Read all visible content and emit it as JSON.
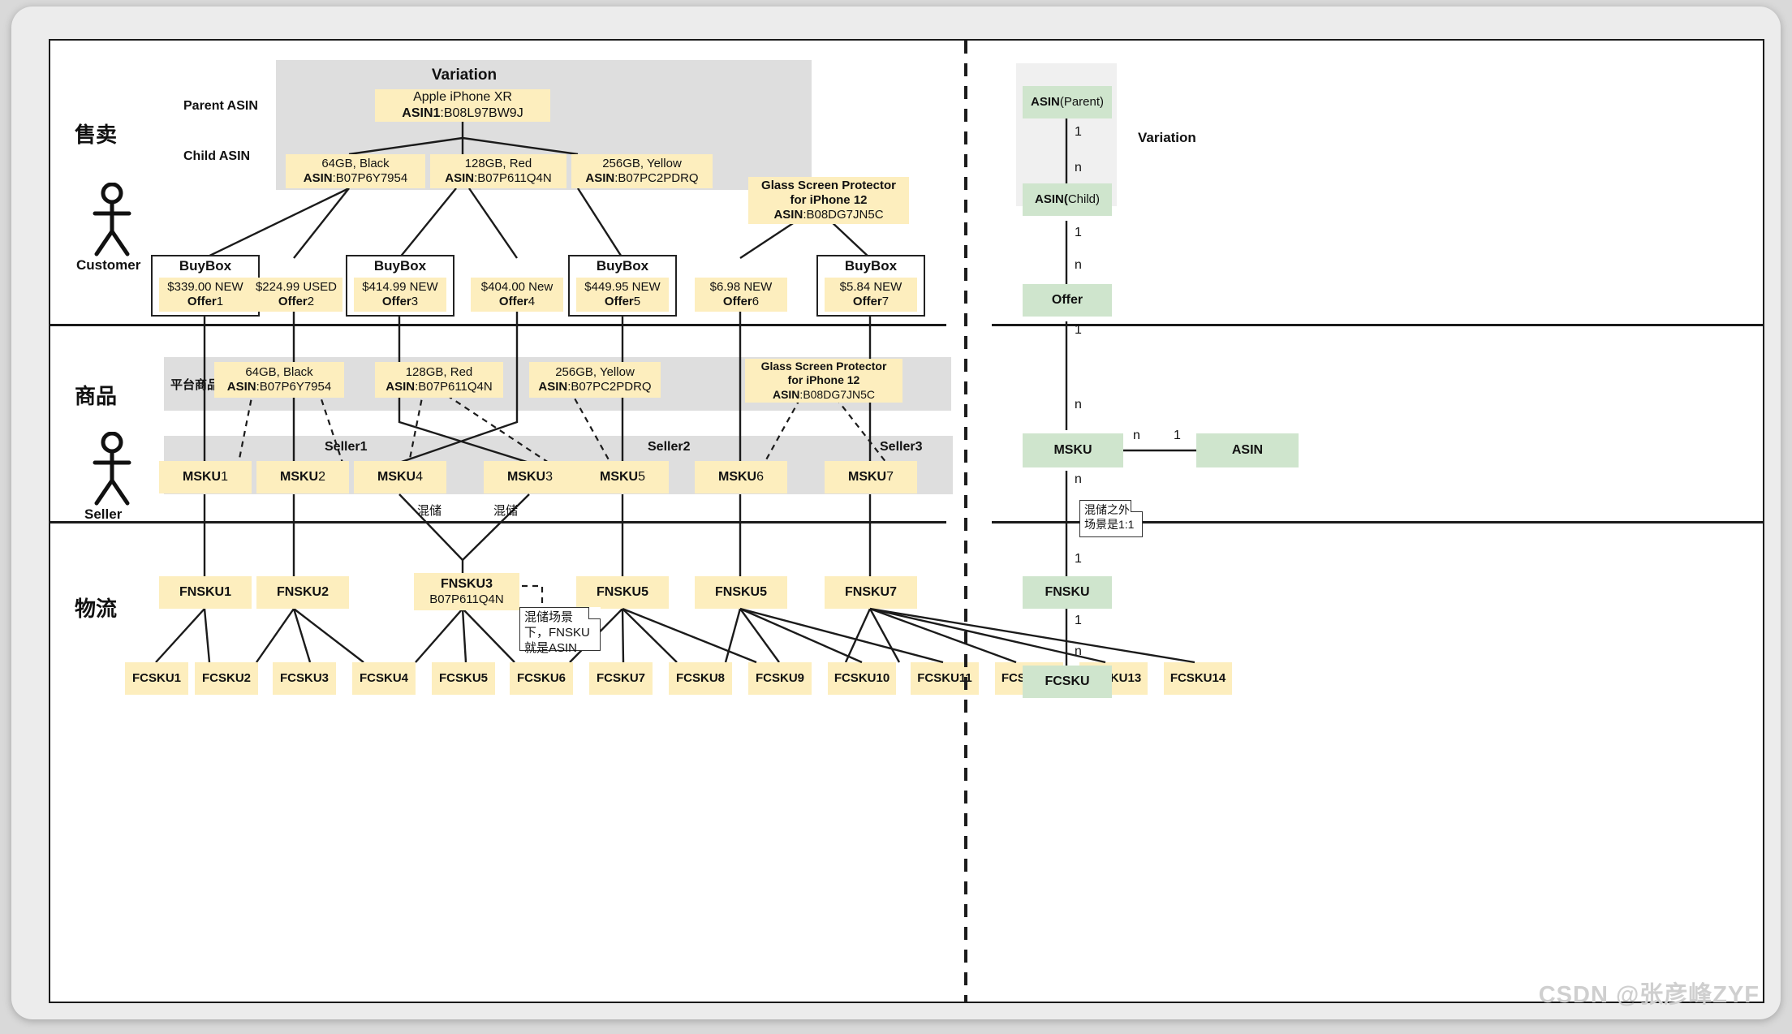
{
  "meta": {
    "watermark": "CSDN @张彦峰ZYF"
  },
  "swimlanes": [
    {
      "title": "售卖",
      "actor_label": "Customer"
    },
    {
      "title": "商品",
      "actor_label": "Seller"
    },
    {
      "title": "物流",
      "actor_label": ""
    }
  ],
  "sell_lane": {
    "variation_group_title": "Variation",
    "parent_asin_label": "Parent ASIN",
    "child_asin_label": "Child ASIN",
    "parent": {
      "line1": "Apple iPhone XR",
      "key": "ASIN1",
      "sep": ":",
      "value": "B08L97BW9J"
    },
    "children": [
      {
        "line1": "64GB, Black",
        "key": "ASIN",
        "sep": ":",
        "value": "B07P6Y7954"
      },
      {
        "line1": "128GB, Red",
        "key": "ASIN",
        "sep": ":",
        "value": "B07P611Q4N"
      },
      {
        "line1": "256GB, Yellow",
        "key": "ASIN",
        "sep": ":",
        "value": "B07PC2PDRQ"
      }
    ],
    "standalone": {
      "line1": "Glass Screen Protector",
      "line2": "for iPhone 12",
      "key": "ASIN",
      "sep": ":",
      "value": "B08DG7JN5C"
    },
    "buybox_label": "BuyBox",
    "offers": [
      {
        "price": "$339.00  NEW",
        "name": "Offer",
        "num": "1",
        "buybox": true
      },
      {
        "price": "$224.99  USED",
        "name": "Offer",
        "num": "2",
        "buybox": false
      },
      {
        "price": "$414.99 NEW",
        "name": "Offer",
        "num": "3",
        "buybox": true
      },
      {
        "price": "$404.00 New",
        "name": "Offer",
        "num": "4",
        "buybox": false
      },
      {
        "price": "$449.95 NEW",
        "name": "Offer",
        "num": "5",
        "buybox": true
      },
      {
        "price": "$6.98 NEW",
        "name": "Offer",
        "num": "6",
        "buybox": false
      },
      {
        "price": "$5.84 NEW",
        "name": "Offer",
        "num": "7",
        "buybox": true
      }
    ]
  },
  "product_lane": {
    "platform_products_label": "平台商品",
    "platform_products": [
      {
        "line1": "64GB, Black",
        "key": "ASIN",
        "sep": ":",
        "value": "B07P6Y7954"
      },
      {
        "line1": "128GB, Red",
        "key": "ASIN",
        "sep": ":",
        "value": "B07P611Q4N"
      },
      {
        "line1": "256GB, Yellow",
        "key": "ASIN",
        "sep": ":",
        "value": "B07PC2PDRQ"
      },
      {
        "line1": "Glass Screen Protector",
        "line2": "for iPhone 12",
        "key": "ASIN",
        "sep": ":",
        "value": "B08DG7JN5C"
      }
    ],
    "sellers": [
      "Seller1",
      "Seller2",
      "Seller3"
    ],
    "mskus": [
      {
        "name": "MSKU",
        "num": "1"
      },
      {
        "name": "MSKU",
        "num": "2"
      },
      {
        "name": "MSKU",
        "num": "4"
      },
      {
        "name": "MSKU",
        "num": "3"
      },
      {
        "name": "MSKU",
        "num": "5"
      },
      {
        "name": "MSKU",
        "num": "6"
      },
      {
        "name": "MSKU",
        "num": "7"
      }
    ]
  },
  "logistics_lane": {
    "edge_labels": [
      "混储",
      "混储"
    ],
    "fnskus": [
      {
        "label": "FNSKU1",
        "sub": ""
      },
      {
        "label": "FNSKU2",
        "sub": ""
      },
      {
        "label": "FNSKU3",
        "sub": "B07P611Q4N"
      },
      {
        "label": "FNSKU5",
        "sub": ""
      },
      {
        "label": "FNSKU5",
        "sub": ""
      },
      {
        "label": "FNSKU7",
        "sub": ""
      }
    ],
    "fnsku_note": "混储场景下，FNSKU就是ASIN",
    "fcskus": [
      "FCSKU1",
      "FCSKU2",
      "FCSKU3",
      "FCSKU4",
      "FCSKU5",
      "FCSKU6",
      "FCSKU7",
      "FCSKU8",
      "FCSKU9",
      "FCSKU10",
      "FCSKU11",
      "FCSKU12",
      "FCSKU13",
      "FCSKU14"
    ]
  },
  "legend": {
    "variation_label": "Variation",
    "asin_parent": {
      "bold": "ASIN",
      "rest": "(Parent)"
    },
    "asin_child": {
      "bold": "ASIN(",
      "rest": "Child)"
    },
    "offer": "Offer",
    "msku": "MSKU",
    "asin": "ASIN",
    "fnsku": "FNSKU",
    "fcsku": "FCSKU",
    "cardinalities": {
      "parent_child_top": "1",
      "parent_child_bottom": "n",
      "child_offer_top": "1",
      "child_offer_bottom": "n",
      "offer_msku_top": "1",
      "msku_asin_left": "n",
      "msku_asin_right": "1",
      "msku_fnsku_top": "n",
      "msku_fnsku_bottom": "1",
      "fnsku_fcsku_top": "1",
      "fnsku_fcsku_bottom": "n"
    },
    "note": "混储之外场景是1:1"
  },
  "colors": {
    "yellow_node": "#fdeebe",
    "green_node": "#cfe5cd",
    "band_gray": "#dedede",
    "band_light": "#f0f0f0",
    "stroke": "#1b1b1b"
  }
}
